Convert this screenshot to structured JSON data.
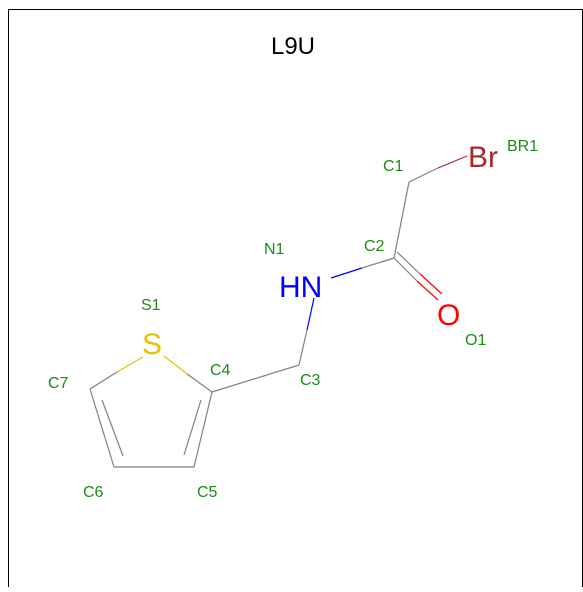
{
  "title": "L9U",
  "colors": {
    "carbon_label": "#1a8c1a",
    "bond": "#808080",
    "nitrogen": "#0000ff",
    "oxygen": "#ff0000",
    "sulfur": "#e6c200",
    "bromine": "#a52a2a",
    "title": "#000000",
    "frame_border": "#000000"
  },
  "atoms": {
    "br1": {
      "symbol": "Br",
      "name": "BR1"
    },
    "c1": {
      "name": "C1"
    },
    "c2": {
      "name": "C2"
    },
    "n1": {
      "symbol": "HN",
      "name": "N1"
    },
    "o1": {
      "symbol": "O",
      "name": "O1"
    },
    "c3": {
      "name": "C3"
    },
    "c4": {
      "name": "C4"
    },
    "s1": {
      "symbol": "S",
      "name": "S1"
    },
    "c5": {
      "name": "C5"
    },
    "c6": {
      "name": "C6"
    },
    "c7": {
      "name": "C7"
    }
  }
}
